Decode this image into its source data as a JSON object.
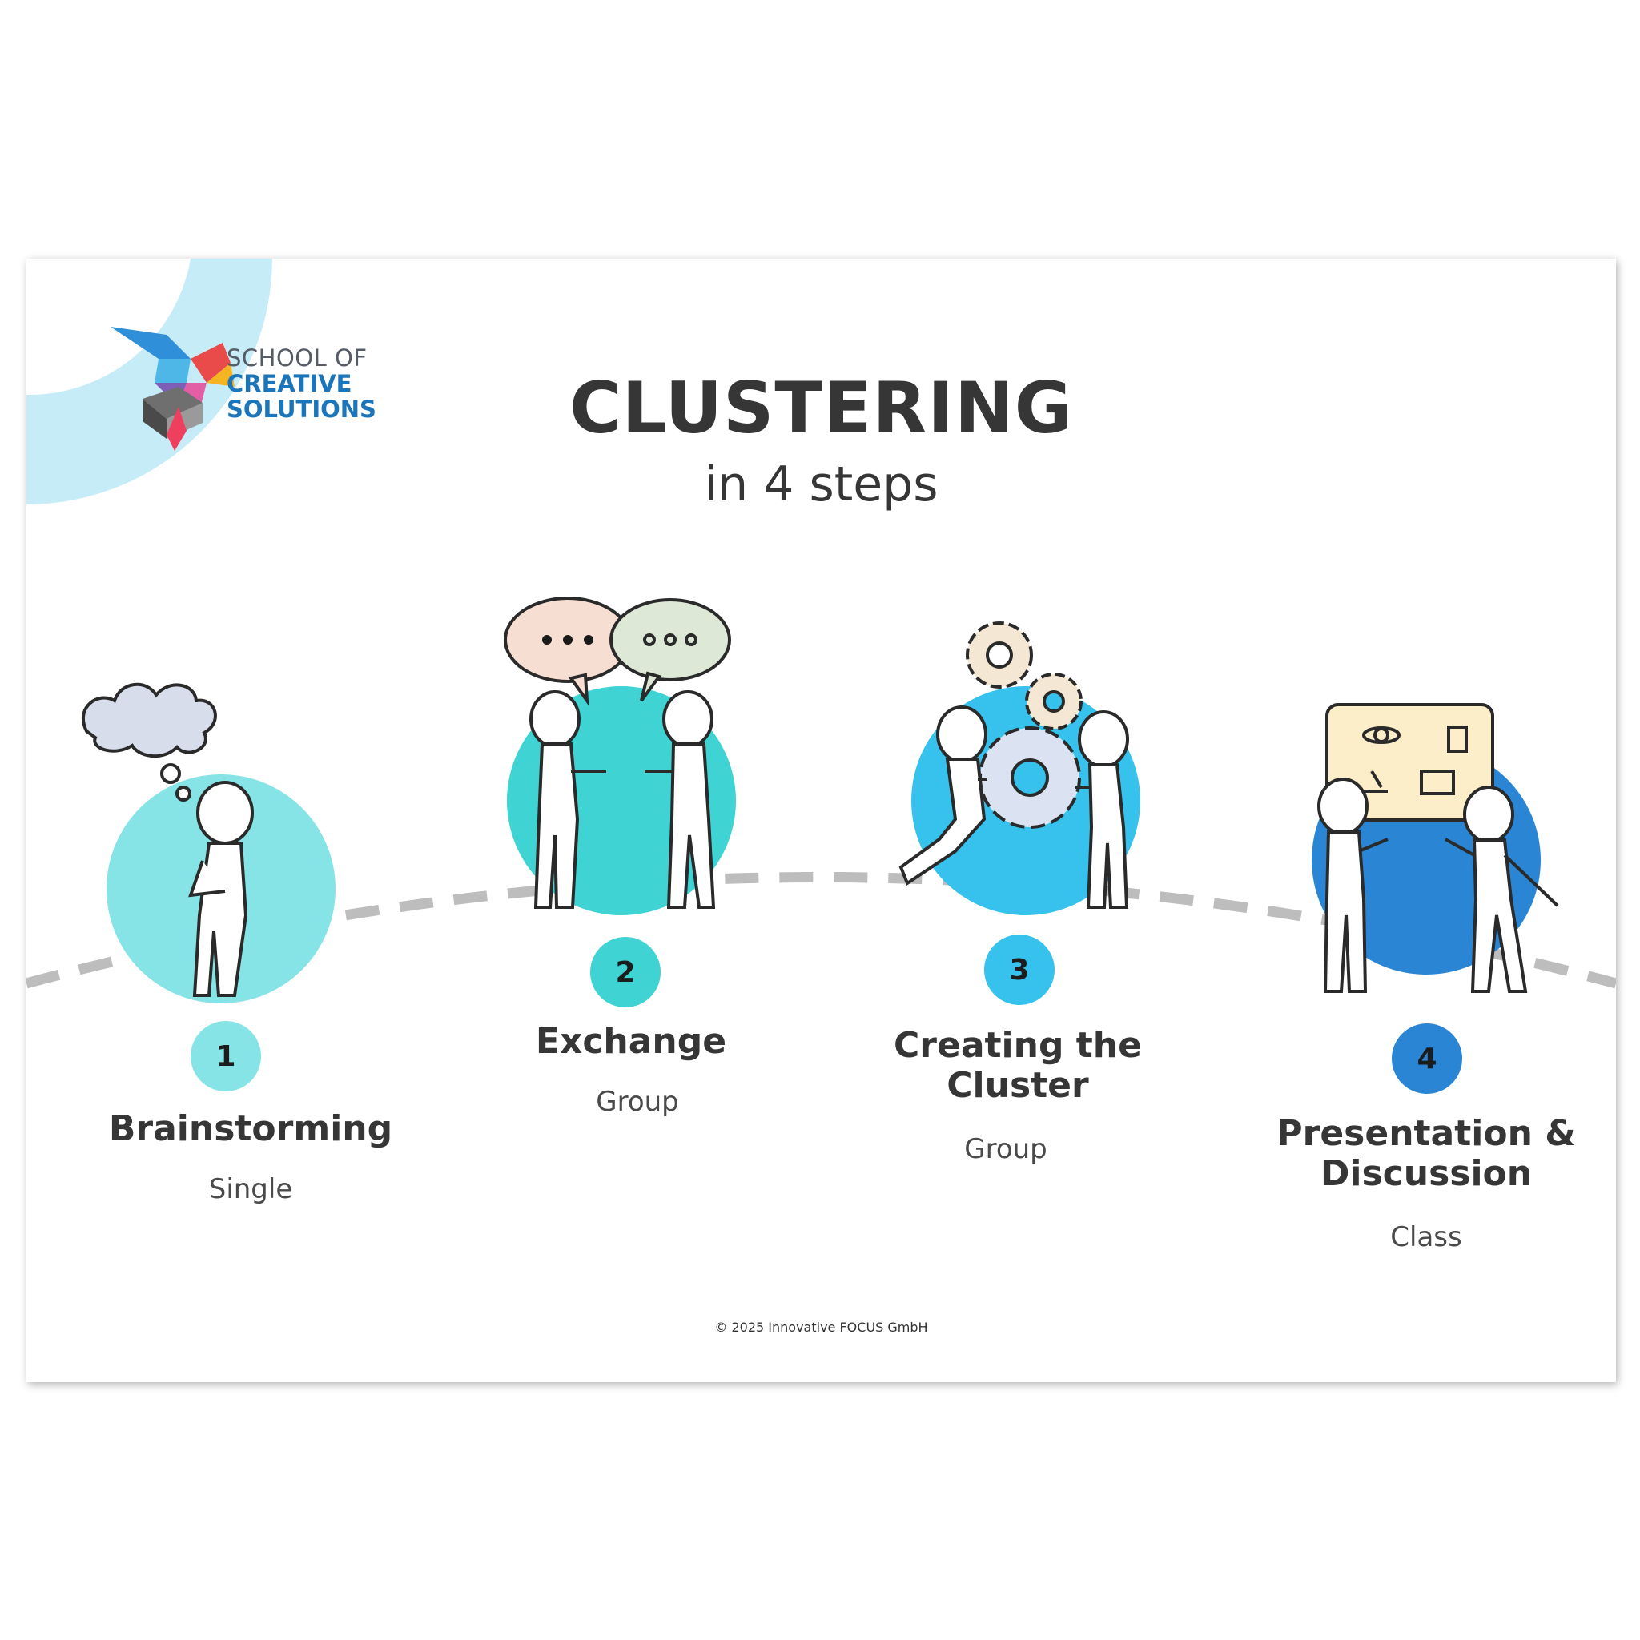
{
  "logo": {
    "line1": "SCHOOL OF",
    "line2": "CREATIVE",
    "line3": "SOLUTIONS"
  },
  "title": "CLUSTERING",
  "subtitle": "in 4 steps",
  "steps": [
    {
      "number": "1",
      "title": "Brainstorming",
      "mode": "Single",
      "color": "#86e3e6"
    },
    {
      "number": "2",
      "title": "Exchange",
      "mode": "Group",
      "color": "#3fd3d3"
    },
    {
      "number": "3",
      "title": "Creating the Cluster",
      "mode": "Group",
      "color": "#36c2ec"
    },
    {
      "number": "4",
      "title": "Presentation & Discussion",
      "mode": "Class",
      "color": "#2a86d4"
    }
  ],
  "footer": "© 2025 Innovative FOCUS GmbH",
  "colors": {
    "title": "#363636",
    "logo_blue": "#1b75bb",
    "corner_arc": "#c6ecf8",
    "dashed_path": "#bdbdbd"
  }
}
